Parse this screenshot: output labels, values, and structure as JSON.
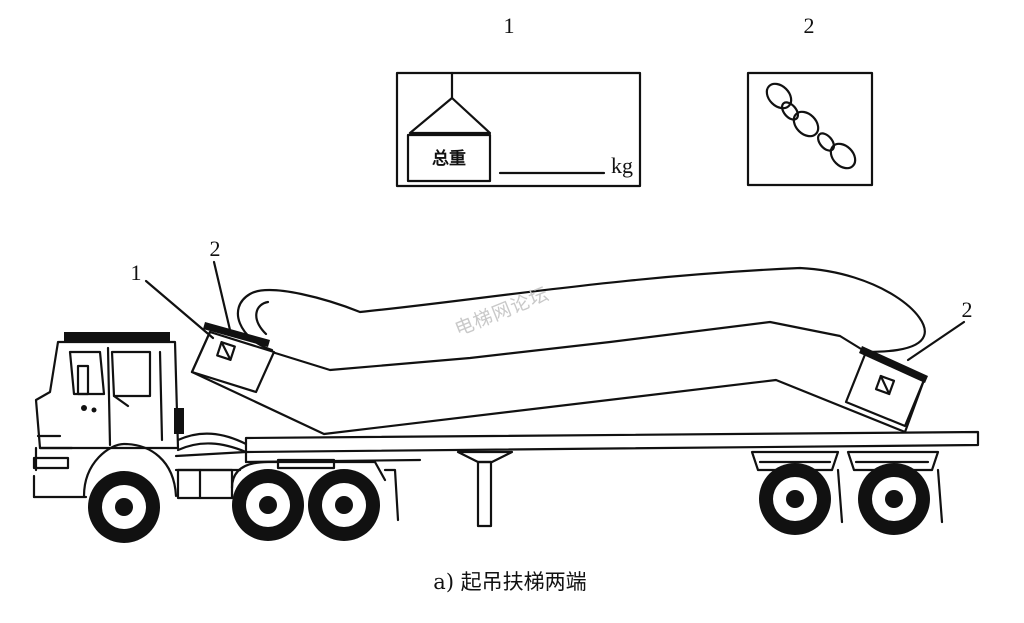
{
  "legend": {
    "item1": {
      "number": "1",
      "weight_label": "总重",
      "unit": "kg"
    },
    "item2": {
      "number": "2"
    }
  },
  "callouts": {
    "left_1": "1",
    "left_2": "2",
    "right_2": "2"
  },
  "caption": "a) 起吊扶梯两端",
  "watermark": "电梯网论坛"
}
